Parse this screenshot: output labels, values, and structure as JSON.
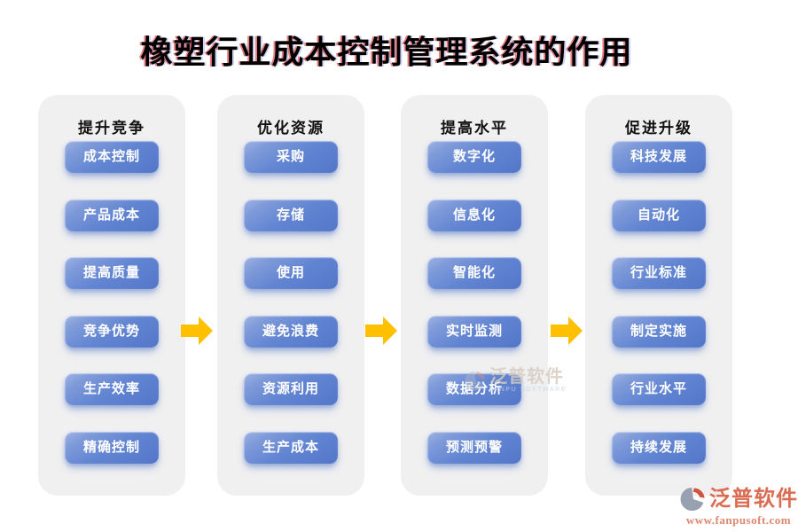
{
  "title": "橡塑行业成本控制管理系统的作用",
  "columns": [
    {
      "header": "提升竞争",
      "items": [
        "成本控制",
        "产品成本",
        "提高质量",
        "竞争优势",
        "生产效率",
        "精确控制"
      ]
    },
    {
      "header": "优化资源",
      "items": [
        "采购",
        "存储",
        "使用",
        "避免浪费",
        "资源利用",
        "生产成本"
      ]
    },
    {
      "header": "提高水平",
      "items": [
        "数字化",
        "信息化",
        "智能化",
        "实时监测",
        "数据分析",
        "预测预警"
      ]
    },
    {
      "header": "促进升级",
      "items": [
        "科技发展",
        "自动化",
        "行业标准",
        "制定实施",
        "行业水平",
        "持续发展"
      ]
    }
  ],
  "watermark": {
    "name": "泛普软件",
    "subtitle": "FANPU SOFTWARE"
  },
  "brand": {
    "name": "泛普软件",
    "url": "www.fanpusoft.com"
  },
  "colors": {
    "button_blue": "#5b7ecb",
    "arrow_yellow": "#ffc000",
    "panel_gray": "#f0f0f1",
    "brand_salmon": "#db6c52",
    "title_color": "#000000"
  }
}
